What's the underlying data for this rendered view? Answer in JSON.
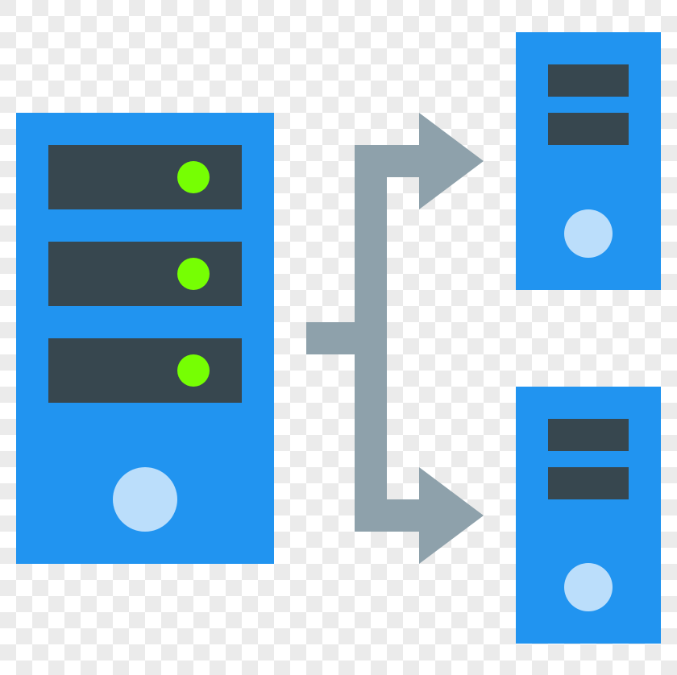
{
  "title": "Server load balancing / replication icon",
  "colors": {
    "server_body": "#2194f0",
    "slot": "#37474f",
    "led": "#76ff03",
    "power_button": "#bbdefb",
    "arrow": "#8ea1ab",
    "checker_light": "#ffffff",
    "checker_dark": "#ebebeb"
  },
  "nodes": [
    {
      "id": "source-server",
      "label": "Main server",
      "slots": 3,
      "leds": 3
    },
    {
      "id": "target-server-top",
      "label": "Target server (top)",
      "slots": 2,
      "leds": 0
    },
    {
      "id": "target-server-bottom",
      "label": "Target server (bottom)",
      "slots": 2,
      "leds": 0
    }
  ],
  "edges": [
    {
      "from": "source-server",
      "to": "target-server-top",
      "type": "arrow"
    },
    {
      "from": "source-server",
      "to": "target-server-bottom",
      "type": "arrow"
    }
  ]
}
